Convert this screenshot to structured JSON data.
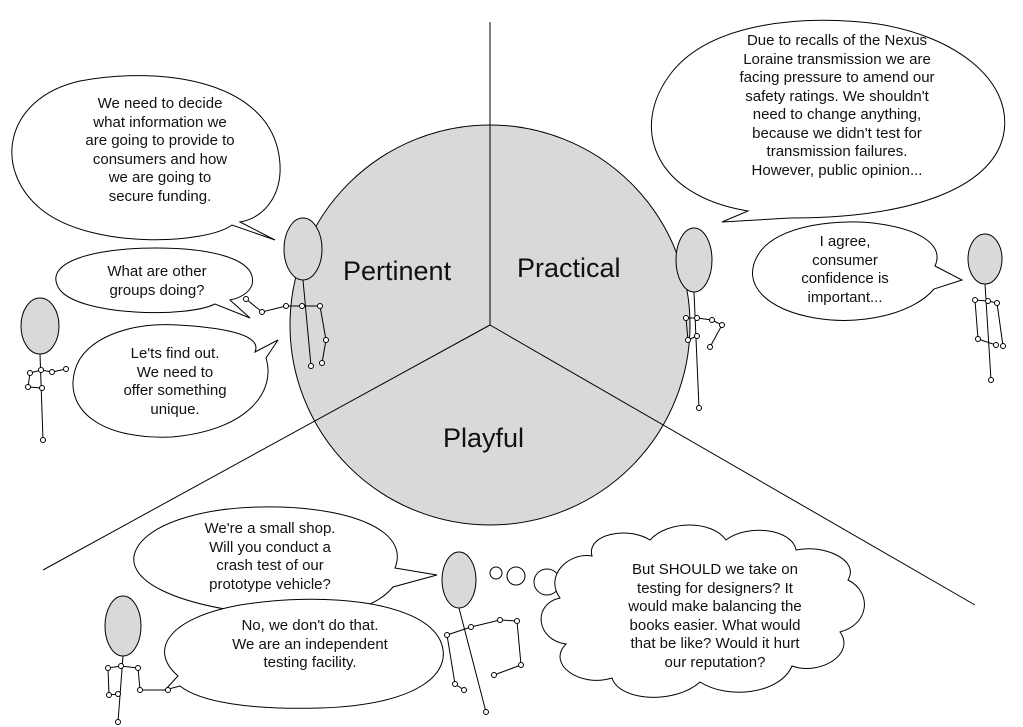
{
  "sectors": {
    "pertinent": "Pertinent",
    "practical": "Practical",
    "playful": "Playful"
  },
  "bubbles": {
    "decide_info": [
      "We need to decide",
      "what information we",
      "are going to provide to",
      "consumers and how",
      "we are going to",
      "secure funding."
    ],
    "other_groups": [
      "What are other",
      "groups doing?"
    ],
    "find_out": [
      "Le'ts find out.",
      "We need to",
      "offer something",
      "unique."
    ],
    "recalls": [
      "Due to recalls of the Nexus",
      "Loraine transmission we are",
      "facing pressure to amend our",
      "safety ratings. We shouldn't",
      "need to change anything,",
      "because we didn't test for",
      "transmission failures.",
      "However, public opinion..."
    ],
    "agree": [
      "I agree,",
      "consumer",
      "confidence is",
      "important..."
    ],
    "small_shop": [
      "We're a small shop.",
      "Will you conduct a",
      "crash test of our",
      "prototype vehicle?"
    ],
    "no_we_dont": [
      "No, we don't do that.",
      "We are an independent",
      "testing facility."
    ],
    "should_we": [
      "But SHOULD we take on",
      "testing for designers? It",
      "would make balancing the",
      "books easier. What would",
      "that be like? Would it hurt",
      "our reputation?"
    ]
  },
  "colors": {
    "circle_fill": "#d9d9d9",
    "figure_fill": "#d9d9d9",
    "stroke": "#000000",
    "bubble_fill": "#ffffff"
  }
}
